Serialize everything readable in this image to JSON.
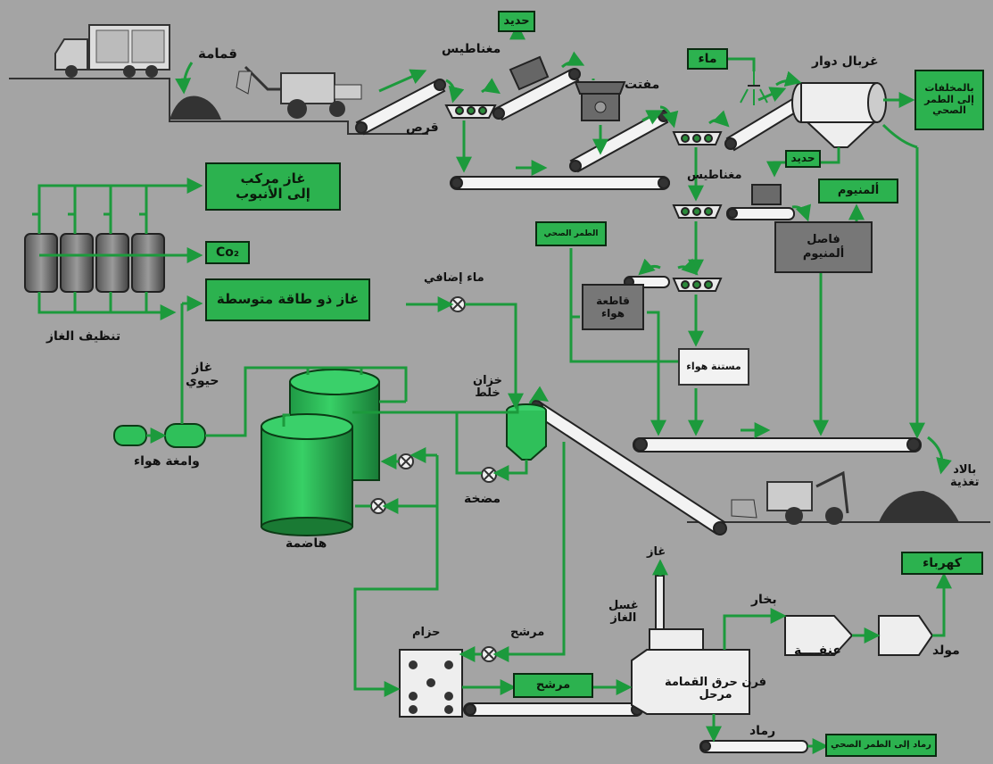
{
  "labels": {
    "garbage": "قمامة",
    "iron_top": "حديد",
    "magnets_top": "مغناطيس",
    "disc": "قرص",
    "crusher": "مفتت",
    "water": "ماء",
    "rotary_screen": "غربال دوار",
    "residue_to_landfill": "بالمخلفات\nإلى الطمر\nالصحي",
    "iron_mid": "حديد",
    "magnets_mid": "مغناطيس",
    "aluminum": "ألمنيوم",
    "aluminum_separator": "فاصل\nألمنيوم",
    "landfill_small": "الطمر الصحي",
    "air_cutter": "قاطعة\nهواء",
    "air_tank": "مستنة هواء",
    "compound_gas": "غاز مركب\nإلى الأنبوب",
    "co2": "Co₂",
    "medium_energy_gas": "غاز ذو طاقة متوسطة",
    "gas_cleaning": "تنظيف الغاز",
    "additional_water": "ماء إضافي",
    "mixing_tank": "خزان\nخلط",
    "biogas": "غاز\nحيوي",
    "air_blower": "وامغة هواء",
    "pump": "مضخة",
    "digester": "هاضمة",
    "feed_residue": "بالاد\nتغذية",
    "gas_out": "غاز",
    "gas_washing": "غسل\nالغاز",
    "electricity": "كهرباء",
    "steam": "بخار",
    "condenser": "عنفــــة",
    "generator": "مولد",
    "belt_press": "حزام",
    "filter_label": "مرشح",
    "filter_box": "مرشح",
    "furnace": "فرن حرق القمامة\nمرحل",
    "ash": "رماد",
    "ash_to_landfill": "رماد إلى الطمر الصحي"
  },
  "colors": {
    "background": "#a4a4a4",
    "flow_green": "#1c9a3c",
    "box_green": "#2cb24f",
    "tank_green": "#2fc05a",
    "machine_grey": "#6f6f6f"
  }
}
